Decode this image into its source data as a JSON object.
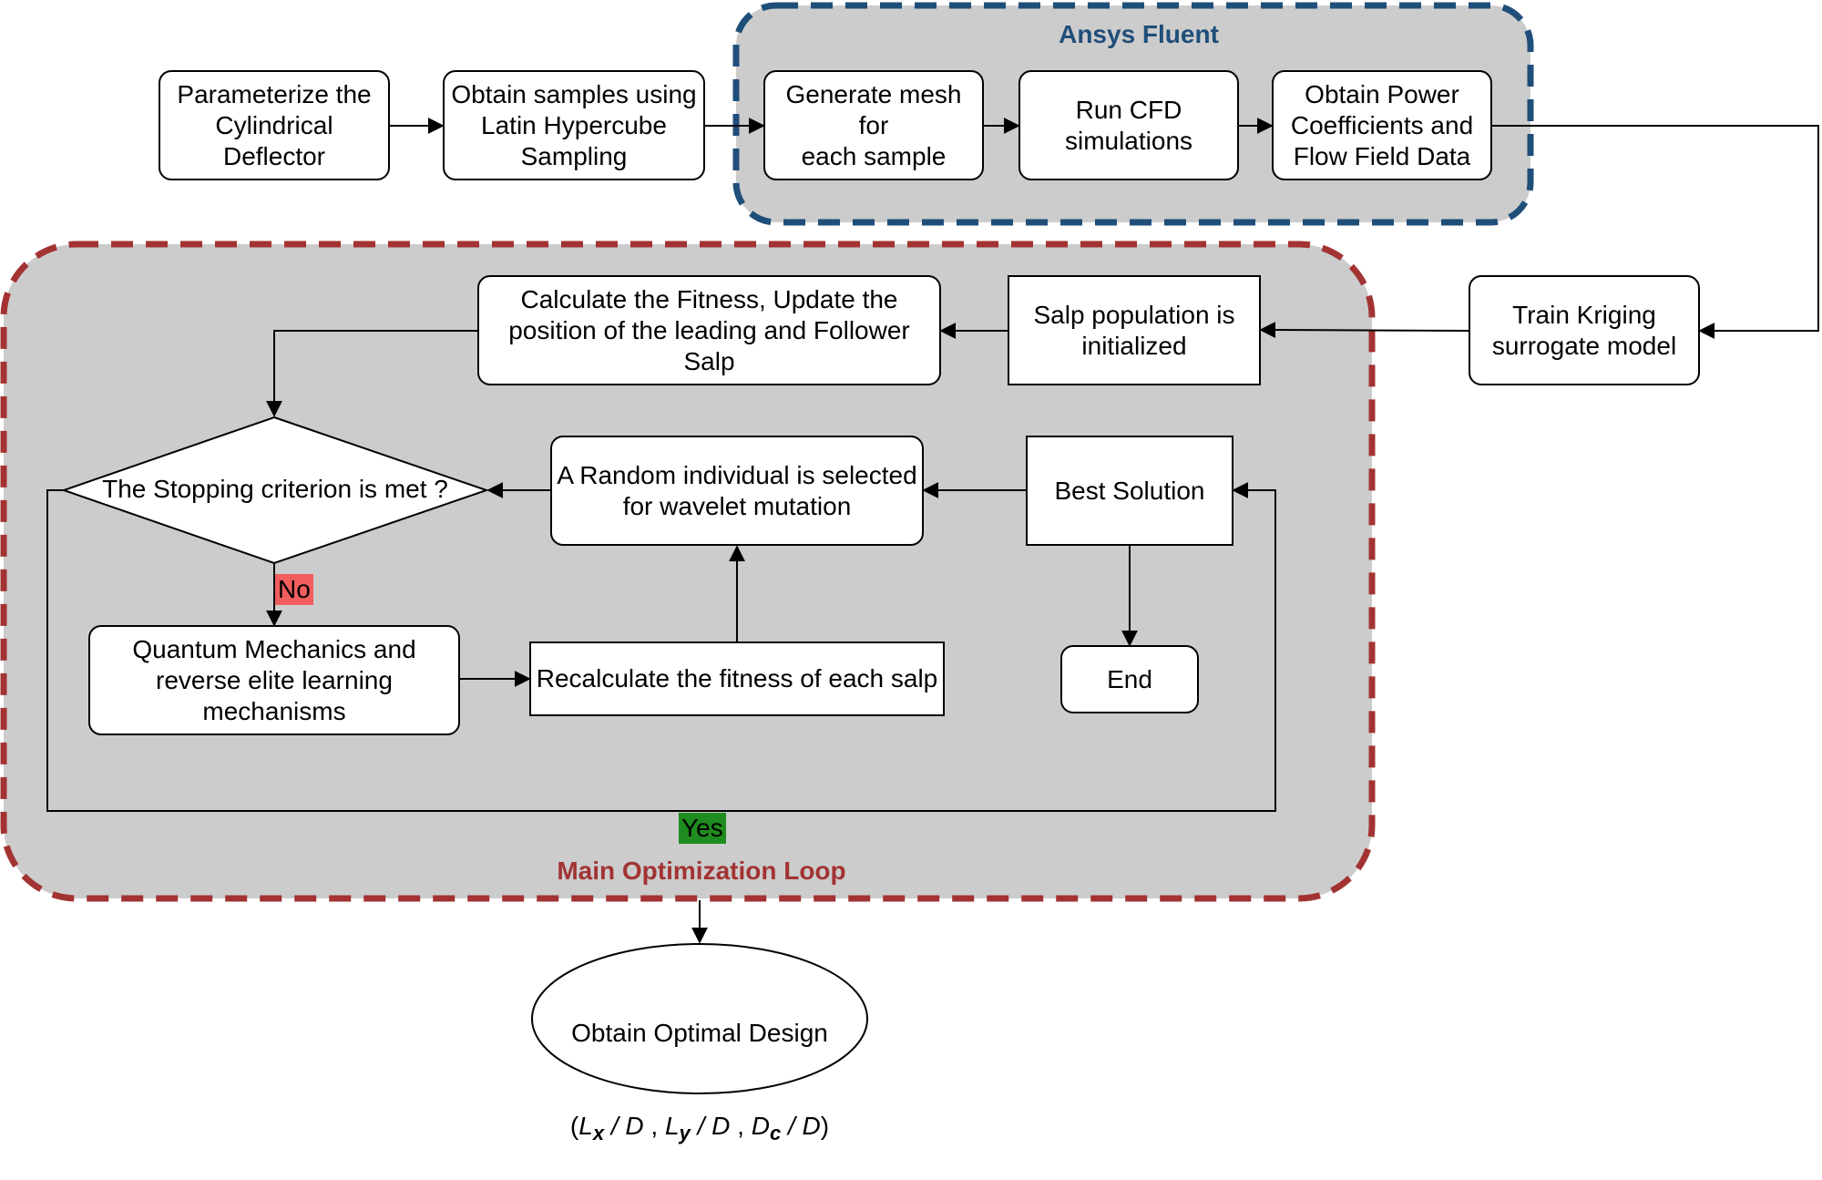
{
  "groups": {
    "ansys": {
      "label": "Ansys Fluent",
      "color": "#1f4e79"
    },
    "main_loop": {
      "label": "Main Optimization Loop",
      "color": "#a33333"
    }
  },
  "colors": {
    "group_fill": "#cccccc",
    "no_tag": "#f25d5d",
    "yes_tag": "#1e8c1e"
  },
  "nodes": {
    "parameterize": "Parameterize the\nCylindrical\nDeflector",
    "lhs": "Obtain samples using\nLatin Hypercube\nSampling",
    "mesh": "Generate mesh for\neach sample",
    "cfd": "Run CFD\nsimulations",
    "power": "Obtain Power\nCoefficients and\nFlow Field Data",
    "kriging": "Train Kriging\nsurrogate model",
    "salp_init": "Salp population is\ninitialized",
    "fitness_update": "Calculate the Fitness, Update the\nposition of the leading and Follower\nSalp",
    "stopping": "The Stopping criterion is met ?",
    "random_individual": "A Random individual is selected\nfor wavelet mutation",
    "best_solution": "Best Solution",
    "quantum": "Quantum Mechanics and\nreverse elite learning\nmechanisms",
    "recalculate": "Recalculate the fitness of each salp",
    "end": "End",
    "optimal_design": "Obtain Optimal Design"
  },
  "tags": {
    "no": "No",
    "yes": "Yes"
  },
  "formula": {
    "open": "(",
    "close": ")",
    "slash_d": " / D",
    "sep": " , ",
    "l": "L",
    "x": "x",
    "y": "y",
    "dl": "D",
    "c": "c"
  }
}
